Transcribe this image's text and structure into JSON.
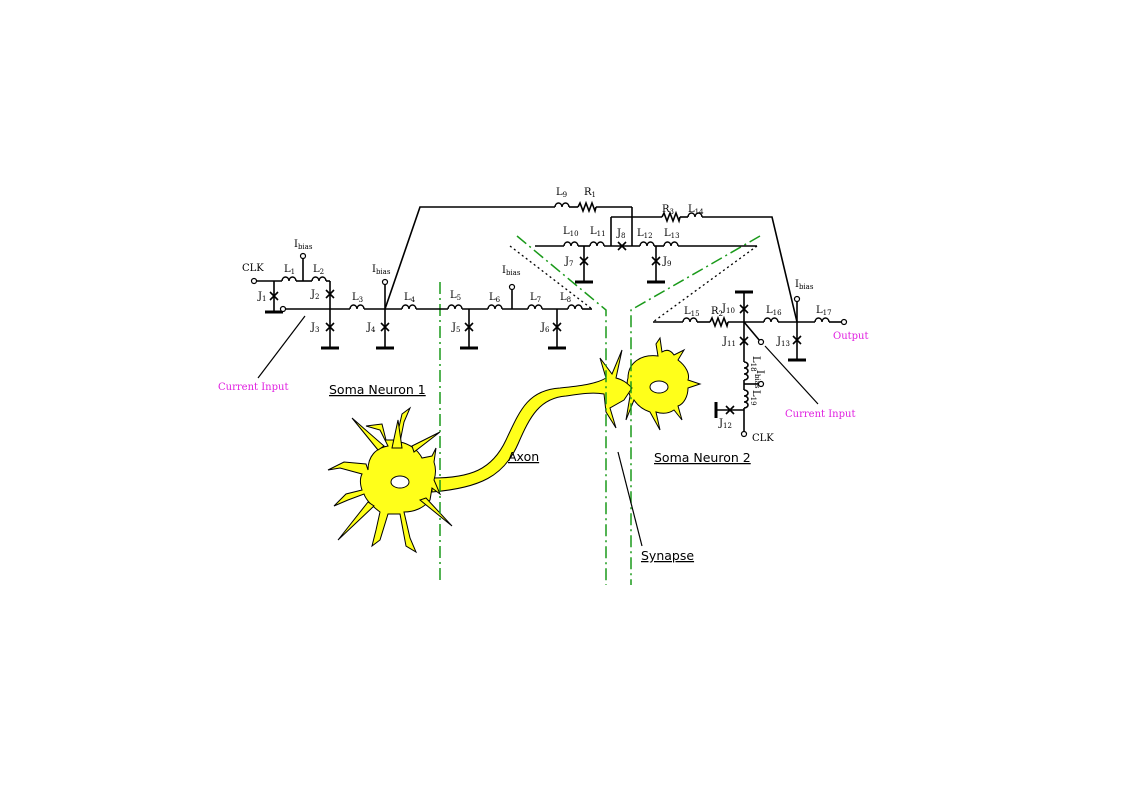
{
  "diagram": {
    "labels": {
      "soma1": "Soma Neuron 1",
      "soma2": "Soma Neuron 2",
      "axon": "Axon",
      "synapse": "Synapse",
      "current_input_left": "Current Input",
      "current_input_right": "Current Input",
      "output": "Output",
      "clk_left": "CLK",
      "clk_right": "CLK"
    },
    "bias": {
      "main": "I",
      "sub": "bias"
    },
    "components": {
      "L1": {
        "main": "L",
        "sub": "1"
      },
      "L2": {
        "main": "L",
        "sub": "2"
      },
      "L3": {
        "main": "L",
        "sub": "3"
      },
      "L4": {
        "main": "L",
        "sub": "4"
      },
      "L5": {
        "main": "L",
        "sub": "5"
      },
      "L6": {
        "main": "L",
        "sub": "6"
      },
      "L7": {
        "main": "L",
        "sub": "7"
      },
      "L8": {
        "main": "L",
        "sub": "8"
      },
      "L9": {
        "main": "L",
        "sub": "9"
      },
      "L10": {
        "main": "L",
        "sub": "10"
      },
      "L11": {
        "main": "L",
        "sub": "11"
      },
      "L12": {
        "main": "L",
        "sub": "12"
      },
      "L13": {
        "main": "L",
        "sub": "13"
      },
      "L14": {
        "main": "L",
        "sub": "14"
      },
      "L15": {
        "main": "L",
        "sub": "15"
      },
      "L16": {
        "main": "L",
        "sub": "16"
      },
      "L17": {
        "main": "L",
        "sub": "17"
      },
      "L18": {
        "main": "L",
        "sub": "18"
      },
      "L19": {
        "main": "L",
        "sub": "19"
      },
      "R1": {
        "main": "R",
        "sub": "1"
      },
      "R2": {
        "main": "R",
        "sub": "2"
      },
      "R3": {
        "main": "R",
        "sub": "3"
      },
      "J1": {
        "main": "J",
        "sub": "1"
      },
      "J2": {
        "main": "J",
        "sub": "2"
      },
      "J3": {
        "main": "J",
        "sub": "3"
      },
      "J4": {
        "main": "J",
        "sub": "4"
      },
      "J5": {
        "main": "J",
        "sub": "5"
      },
      "J6": {
        "main": "J",
        "sub": "6"
      },
      "J7": {
        "main": "J",
        "sub": "7"
      },
      "J8": {
        "main": "J",
        "sub": "8"
      },
      "J9": {
        "main": "J",
        "sub": "9"
      },
      "J10": {
        "main": "J",
        "sub": "10"
      },
      "J11": {
        "main": "J",
        "sub": "11"
      },
      "J12": {
        "main": "J",
        "sub": "12"
      },
      "J13": {
        "main": "J",
        "sub": "13"
      }
    },
    "colors": {
      "neuron_fill": "#ffff1a",
      "divider_green": "#1a9a1a",
      "annotation_magenta": "#e020e0"
    }
  }
}
